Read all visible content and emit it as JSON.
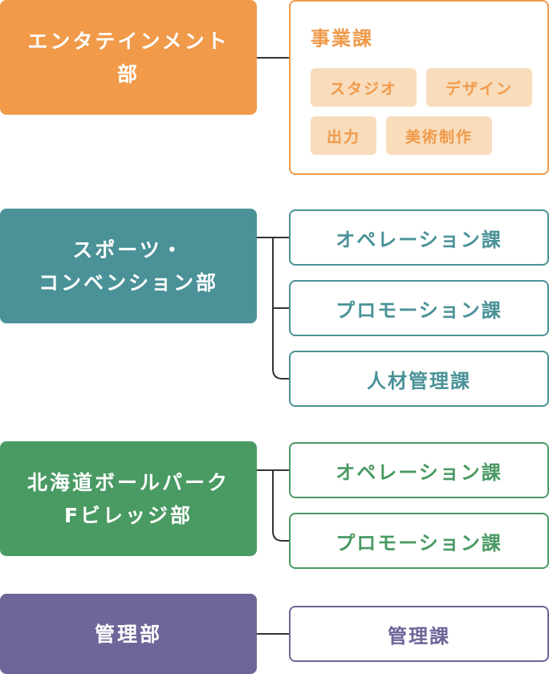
{
  "colors": {
    "entertainment": "#f09a4a",
    "entertainment_tag_bg": "#f8dcbb",
    "sports": "#4a9297",
    "ballpark": "#4a9a63",
    "management": "#6e6598",
    "line": "#333333"
  },
  "departments": [
    {
      "id": "entertainment",
      "lines": [
        "エンタテインメント",
        "部"
      ]
    },
    {
      "id": "sports",
      "lines": [
        "スポーツ・",
        "コンベンション部"
      ]
    },
    {
      "id": "ballpark",
      "lines": [
        "北海道ボールパーク",
        "Fビレッジ部"
      ]
    },
    {
      "id": "management",
      "lines": [
        "管理部"
      ]
    }
  ],
  "entertainment_box": {
    "title": "事業課",
    "tags": [
      "スタジオ",
      "デザイン",
      "出力",
      "美術制作"
    ]
  },
  "sports_sections": [
    "オペレーション課",
    "プロモーション課",
    "人材管理課"
  ],
  "ballpark_sections": [
    "オペレーション課",
    "プロモーション課"
  ],
  "management_sections": [
    "管理課"
  ]
}
